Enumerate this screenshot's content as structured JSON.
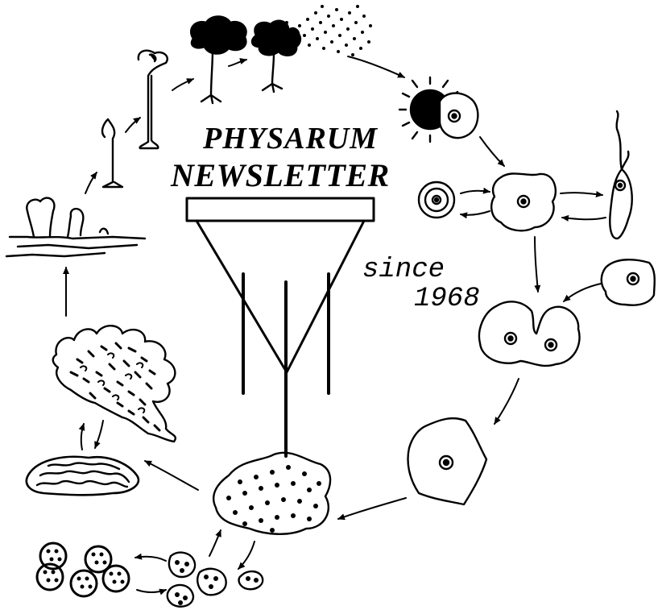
{
  "title": {
    "line1": "PHYSARUM",
    "line2": "NEWSLETTER"
  },
  "tagline": {
    "line1": "since",
    "line2": "1968"
  },
  "colors": {
    "ink": "#000000",
    "paper": "#ffffff"
  }
}
